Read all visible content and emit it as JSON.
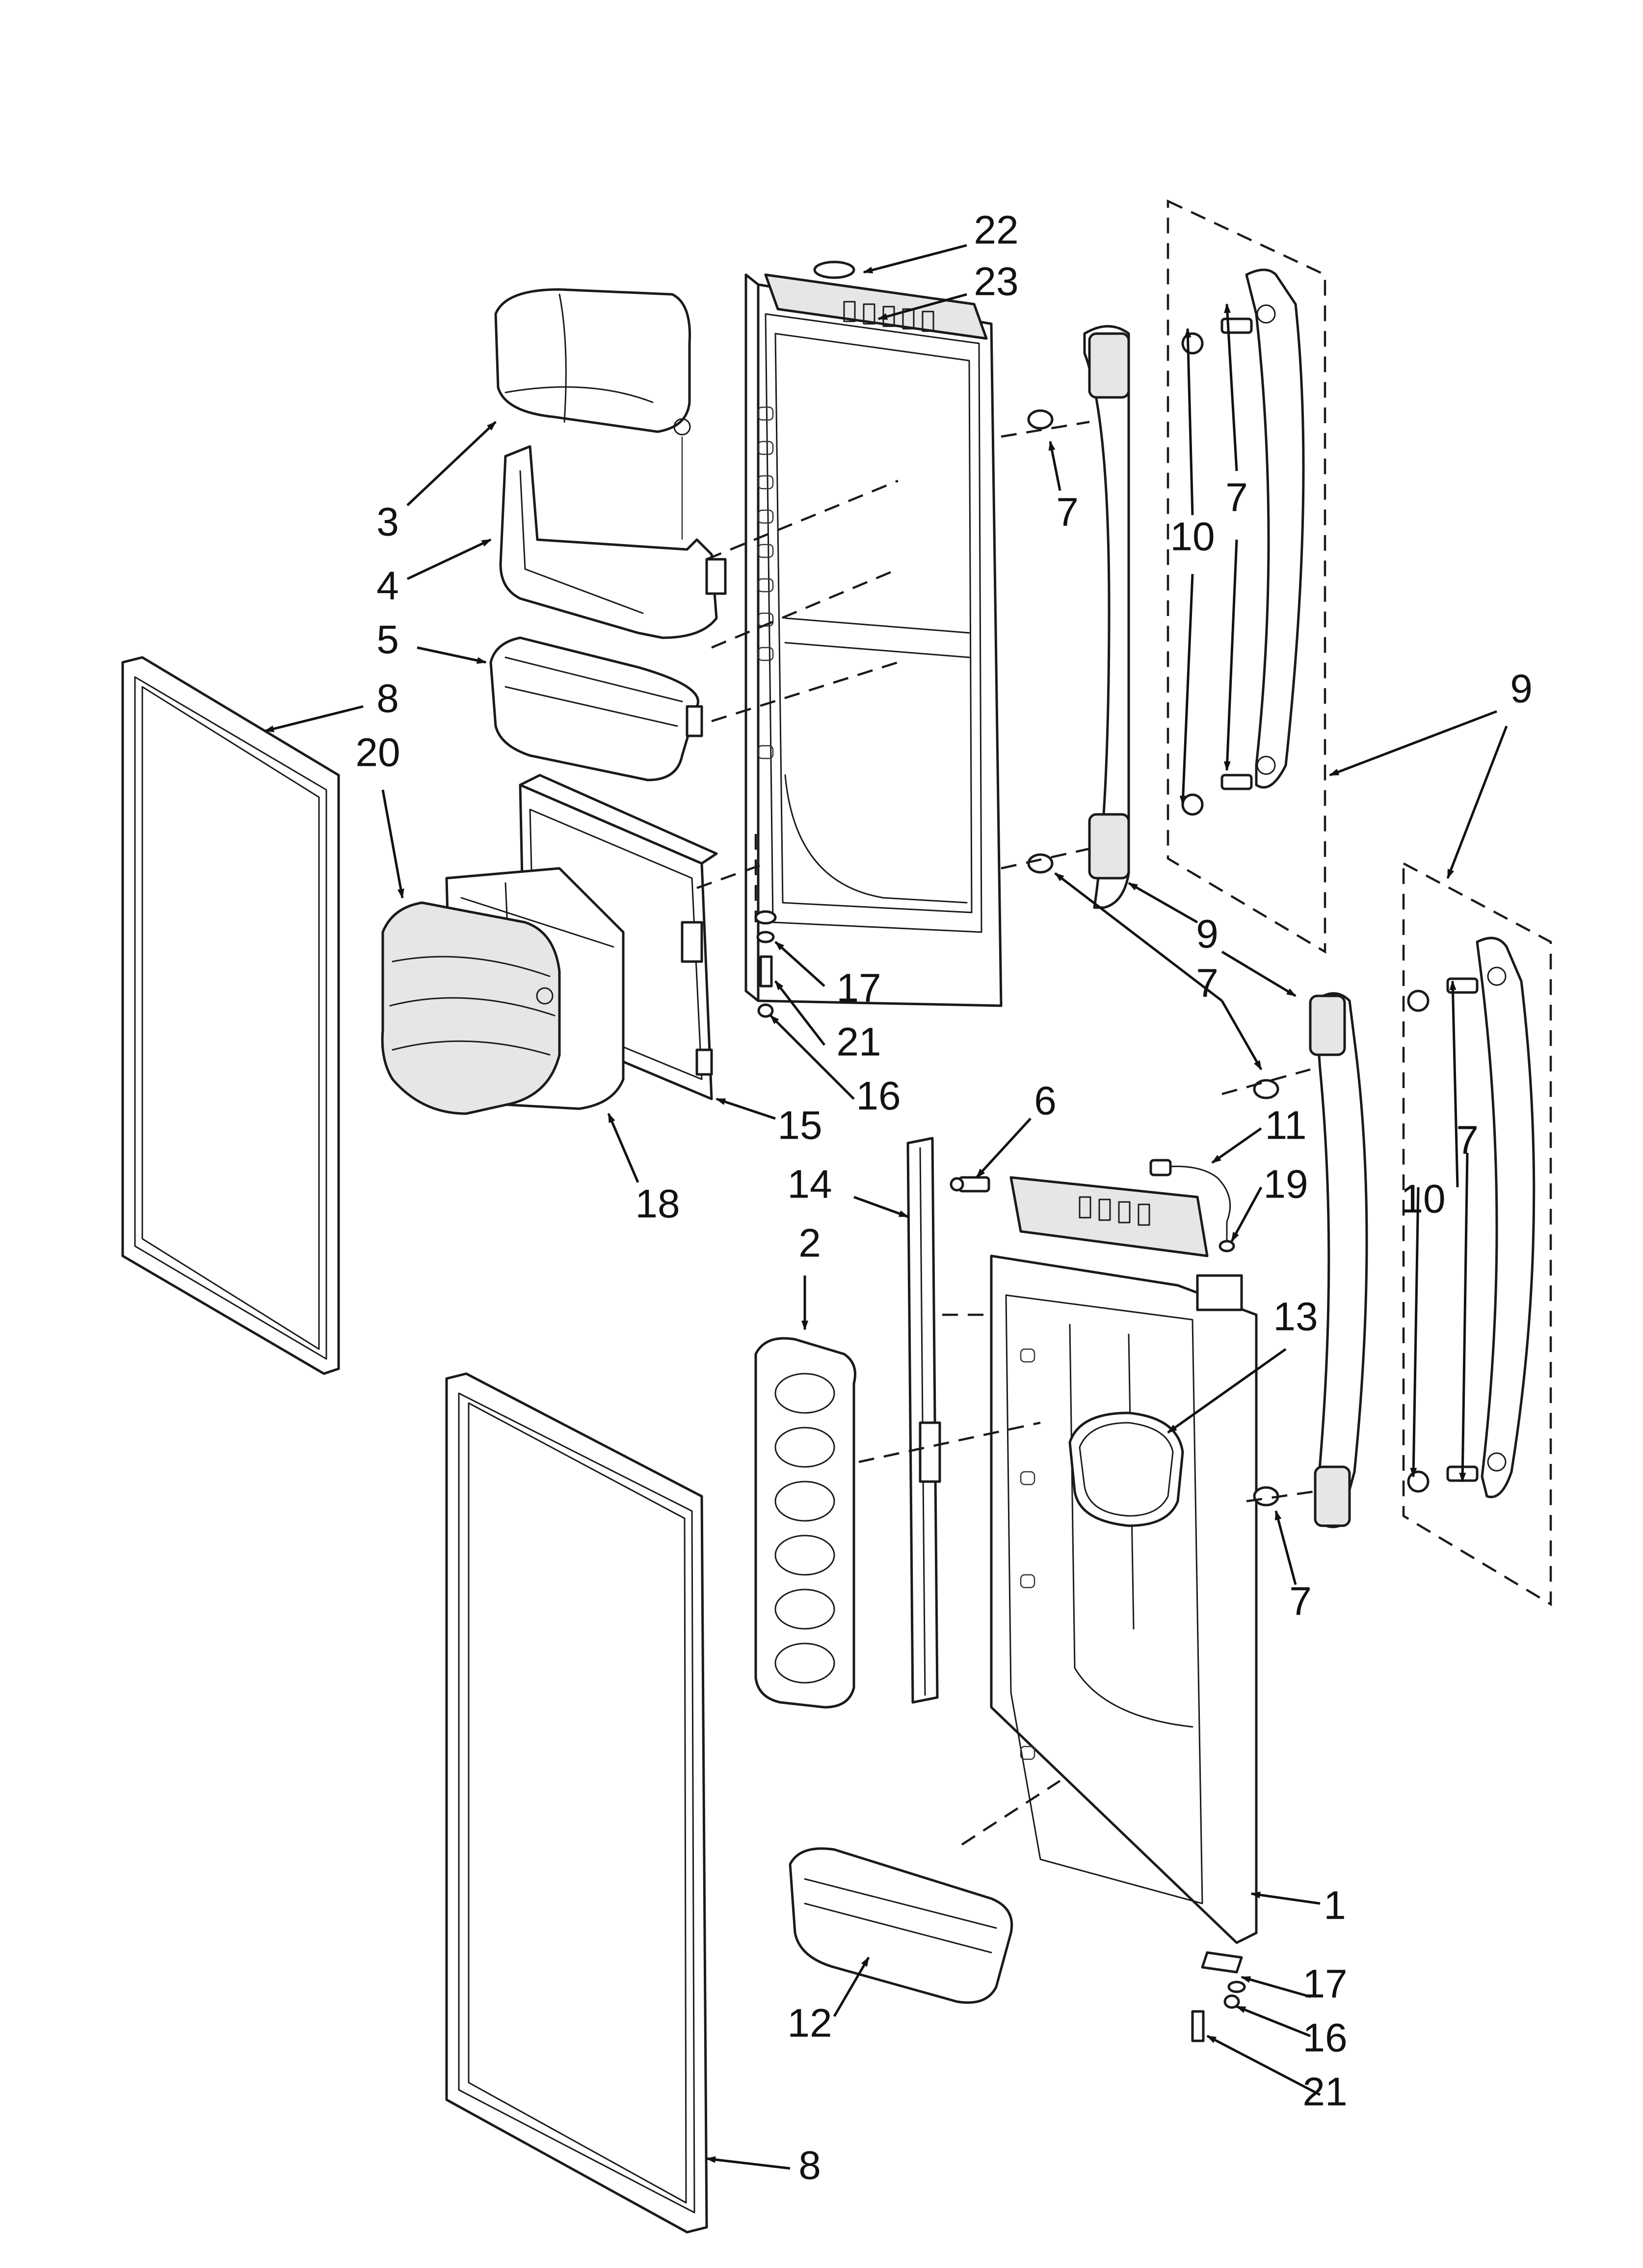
{
  "diagram": {
    "callouts": [
      {
        "id": "c22",
        "text": "22"
      },
      {
        "id": "c23",
        "text": "23"
      },
      {
        "id": "c3",
        "text": "3"
      },
      {
        "id": "c4",
        "text": "4"
      },
      {
        "id": "c5",
        "text": "5"
      },
      {
        "id": "c8a",
        "text": "8"
      },
      {
        "id": "c20",
        "text": "20"
      },
      {
        "id": "c7a",
        "text": "7"
      },
      {
        "id": "c10a",
        "text": "10"
      },
      {
        "id": "c7b",
        "text": "7"
      },
      {
        "id": "c9a",
        "text": "9"
      },
      {
        "id": "c9b",
        "text": "9"
      },
      {
        "id": "c7c",
        "text": "7"
      },
      {
        "id": "c17a",
        "text": "17"
      },
      {
        "id": "c21a",
        "text": "21"
      },
      {
        "id": "c16a",
        "text": "16"
      },
      {
        "id": "c15",
        "text": "15"
      },
      {
        "id": "c18",
        "text": "18"
      },
      {
        "id": "c6",
        "text": "6"
      },
      {
        "id": "c14",
        "text": "14"
      },
      {
        "id": "c11",
        "text": "11"
      },
      {
        "id": "c19",
        "text": "19"
      },
      {
        "id": "c2",
        "text": "2"
      },
      {
        "id": "c13",
        "text": "13"
      },
      {
        "id": "c10b",
        "text": "10"
      },
      {
        "id": "c7d",
        "text": "7"
      },
      {
        "id": "c7e",
        "text": "7"
      },
      {
        "id": "c1",
        "text": "1"
      },
      {
        "id": "c17b",
        "text": "17"
      },
      {
        "id": "c16b",
        "text": "16"
      },
      {
        "id": "c21b",
        "text": "21"
      },
      {
        "id": "c12",
        "text": "12"
      },
      {
        "id": "c8b",
        "text": "8"
      }
    ]
  }
}
